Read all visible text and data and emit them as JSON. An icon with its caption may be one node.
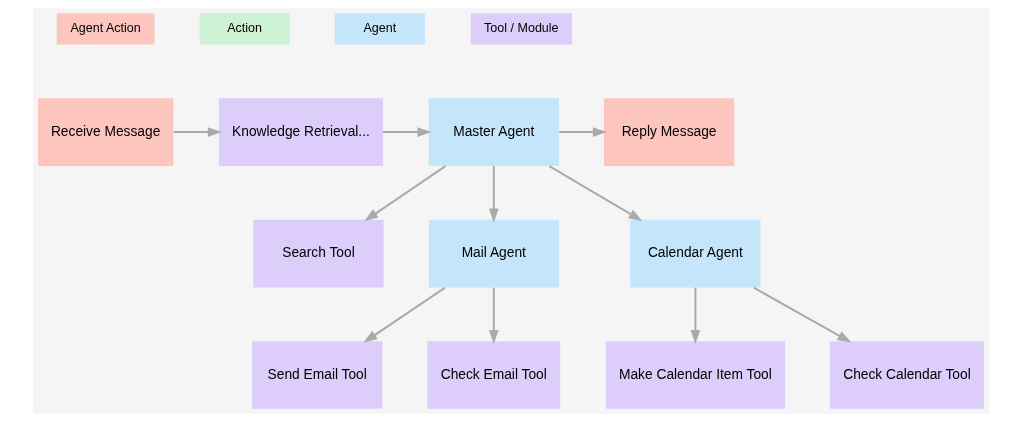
{
  "diagram": {
    "nodes": [
      {
        "text": [
          "Receive Message"
        ]
      },
      {
        "text": [
          "Knowledge Retrieval..."
        ]
      },
      {
        "text": [
          "Master Agent"
        ]
      },
      {
        "text": [
          "Reply Message"
        ]
      },
      {
        "text": [
          "Search Tool"
        ]
      },
      {
        "text": [
          "Mail Agent"
        ]
      },
      {
        "text": [
          "Calendar Agent"
        ]
      },
      {
        "text": [
          "Send Email Tool"
        ]
      },
      {
        "text": [
          "Check Email Tool"
        ]
      },
      {
        "text": [
          "Make Calendar Item Tool"
        ]
      },
      {
        "text": [
          "Check Calendar Tool"
        ]
      }
    ],
    "edges": [
      {
        "from": 0,
        "to": 1,
        "arrow": "to"
      },
      {
        "from": 1,
        "to": 2,
        "arrow": "to"
      },
      {
        "from": 2,
        "to": 3,
        "arrow": "to"
      },
      {
        "from": 2,
        "to": 4,
        "arrow": "to"
      },
      {
        "from": 2,
        "to": 5,
        "arrow": "to"
      },
      {
        "from": 2,
        "to": 6,
        "arrow": "to"
      },
      {
        "from": 5,
        "to": 7,
        "arrow": "to"
      },
      {
        "from": 5,
        "to": 8,
        "arrow": "to"
      },
      {
        "from": 6,
        "to": 9,
        "arrow": "to"
      },
      {
        "from": 6,
        "to": 10,
        "arrow": "to"
      }
    ],
    "legend": [
      {
        "text": "Agent Action",
        "color": "#fcc5bd"
      },
      {
        "text": "Action",
        "color": "#cdf2d3"
      },
      {
        "text": "Agent",
        "color": "#c5e5fb"
      },
      {
        "text": "Tool / Module",
        "color": "#dccdfb"
      }
    ]
  }
}
